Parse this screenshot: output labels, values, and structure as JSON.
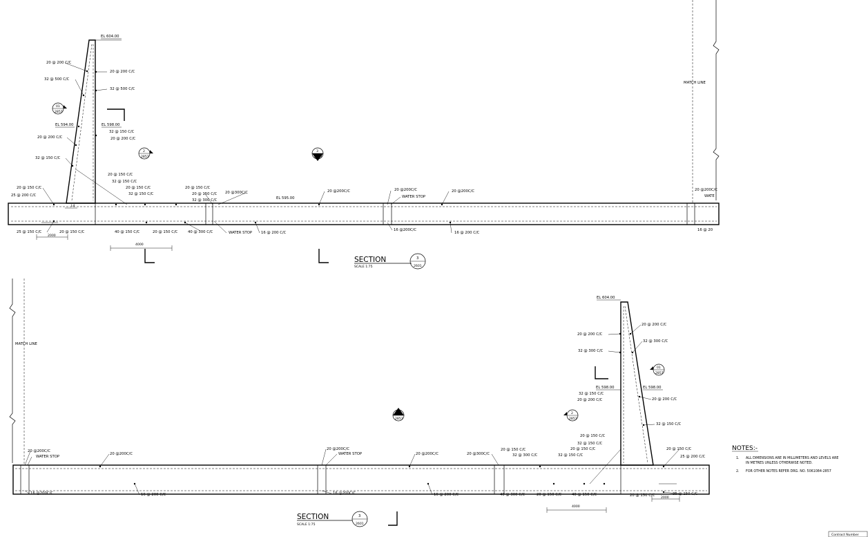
{
  "top_section": {
    "title": "SECTION",
    "scale": "SCALE 1:75",
    "callout_number": "3",
    "callout_sheet": "2601",
    "elevation_labels": [
      "EL 604.00",
      "EL 598.00",
      "EL 594.00",
      "EL 595.00"
    ],
    "section_markers": [
      {
        "number": "01",
        "sheet": "2857"
      },
      {
        "number": "2",
        "sheet": "2857"
      },
      {
        "number": "3",
        "sheet": "2857"
      }
    ],
    "rebar_labels": [
      "20 @ 200 C/C",
      "32 @ 500 C/C",
      "20 @ 200 C/C",
      "32 @ 500 C/C",
      "20 @ 200 C/C",
      "32 @ 150 C/C",
      "32 @ 150 C/C",
      "20 @ 200 C/C",
      "20 @ 150 C/C",
      "32 @ 150 C/C",
      "20 @ 150 C/C",
      "32 @ 150 C/C",
      "20 @ 150 C/C",
      "25 @ 200 C/C",
      "20 @ 150 C/C",
      "20 @ 150 C/C",
      "32 @ 300 C/C",
      "20 @300C/C",
      "20 @200C/C",
      "20 @200C/C",
      "20 @200C/C",
      "20 @200C/C",
      "25 @ 150 C/C",
      "20 @ 150 C/C",
      "40 @ 150 C/C",
      "20 @ 150 C/C",
      "40 @ 300 C/C",
      "16 @ 200 C/C",
      "16 @200C/C",
      "16 @ 200 C/C",
      "16 @ 20"
    ],
    "water_stops": [
      "WATER STOP",
      "WATER STOP",
      "WATE"
    ],
    "dimensions": [
      "2000",
      "4000",
      "Ld"
    ],
    "match_line": "MATCH LINE"
  },
  "bottom_section": {
    "title": "SECTION",
    "scale": "SCALE 1:75",
    "callout_number": "3",
    "callout_sheet": "2601",
    "elevation_labels": [
      "EL 604.00",
      "EL 598.00",
      "EL 598.00"
    ],
    "section_markers": [
      {
        "number": "01",
        "sheet": "2857"
      },
      {
        "number": "2",
        "sheet": "2857"
      },
      {
        "number": "3",
        "sheet": "2857"
      }
    ],
    "rebar_labels": [
      "20 @ 200 C/C",
      "20 @ 200 C/C",
      "32 @ 300 C/C",
      "32 @ 300 C/C",
      "32 @ 150 C/C",
      "20 @ 200 C/C",
      "20 @ 200 C/C",
      "32 @ 150 C/C",
      "20 @ 150 C/C",
      "32 @ 150 C/C",
      "32 @ 150 C/C",
      "20 @ 150 C/C",
      "20 @ 150 C/C",
      "25 @ 200 C/C",
      "20 @200C/C",
      "20 @200C/C",
      "20 @200C/C",
      "20 @200C/C",
      "20 @300C/C",
      "20 @ 150 C/C",
      "32 @ 300 C/C",
      "16 @200C/C",
      "16 @ 200 C/C",
      "16 @200C/C",
      "16 @ 200 C/C",
      "40 @ 300 C/C",
      "20 @ 150 C/C",
      "40 @ 150 C/C",
      "20 @ 150 C/C",
      "25 @ 150 C/C"
    ],
    "water_stops": [
      "WATER STOP",
      "WATER STOP"
    ],
    "dimensions": [
      "2000",
      "4000"
    ],
    "match_line": "MATCH LINE"
  },
  "notes": {
    "heading": "NOTES:-",
    "items": [
      {
        "num": "1.",
        "text": "ALL DIMENSIONS ARE IN MILLIMETERS AND LEVELS  ARE",
        "text2": "IN METRES UNLESS OTHERWISE NOTED."
      },
      {
        "num": "2.",
        "text": "FOR OTHER NOTES REFER DRG. NO. 5061084-2857",
        "text2": ""
      }
    ]
  },
  "contract_number": "Contract Number"
}
